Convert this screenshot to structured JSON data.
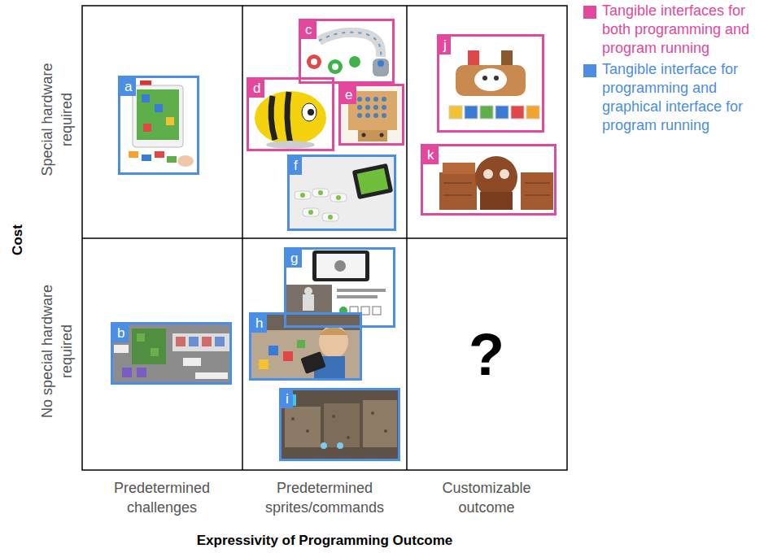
{
  "diagram": {
    "nodes": [
      {
        "text": [
          "a"
        ]
      },
      {
        "text": [
          "b"
        ]
      },
      {
        "text": [
          "c"
        ]
      },
      {
        "text": [
          "d"
        ]
      },
      {
        "text": [
          "e"
        ]
      },
      {
        "text": [
          "f"
        ]
      },
      {
        "text": [
          "g"
        ]
      },
      {
        "text": [
          "h"
        ]
      },
      {
        "text": [
          "i"
        ]
      },
      {
        "text": [
          "j"
        ]
      },
      {
        "text": [
          "k"
        ]
      }
    ],
    "labels": [
      "Special hardware required",
      "No special hardware required",
      "Cost",
      "Predetermined challenges",
      "Predetermined sprites/commands",
      "Customizable outcome",
      "Expressivity of Programming Outcome",
      "?"
    ],
    "legend": [
      {
        "text": "Tangible interfaces for both programming and program running",
        "color": "#e4489c"
      },
      {
        "text": "Tangible interface for programming and graphical interface for program running",
        "color": "#4a8ee6"
      }
    ]
  }
}
